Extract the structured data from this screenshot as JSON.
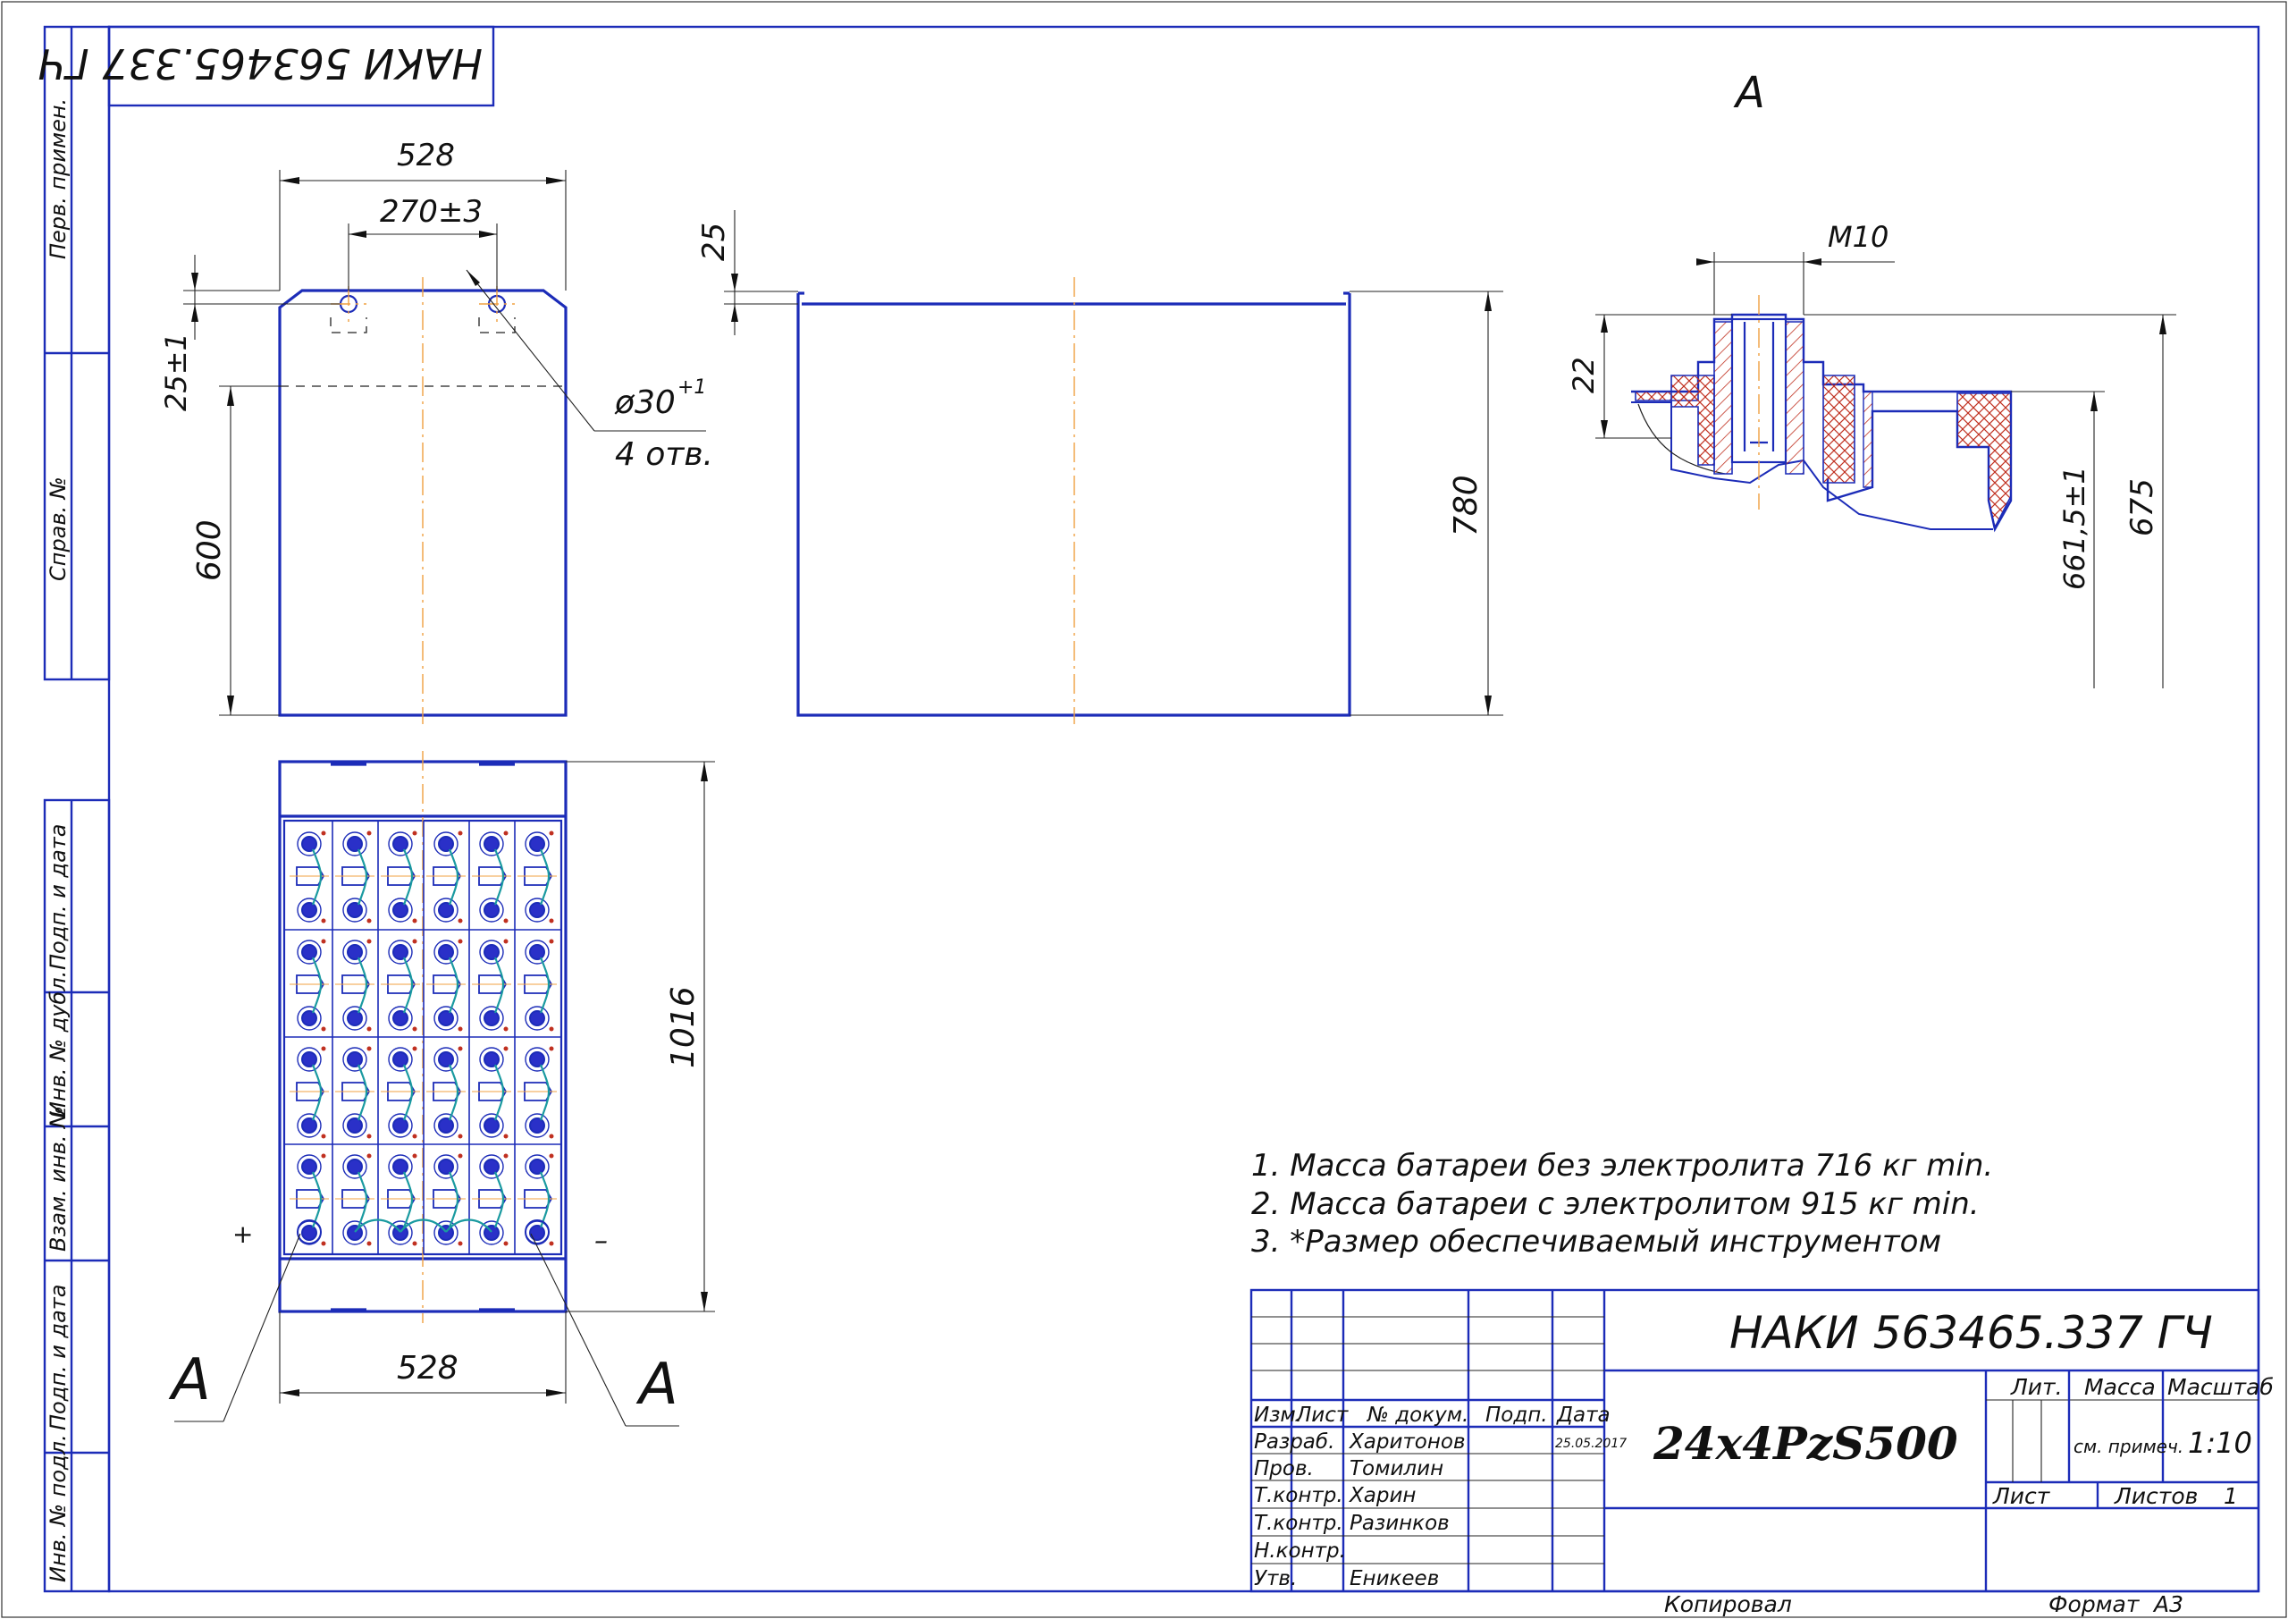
{
  "document_code": "НАКИ 563465.337 ГЧ",
  "document_code_rotated": "НАКИ 563465.337 ГЧ",
  "view_label_top": "А",
  "side_labels": [
    "Перв. примен.",
    "Справ. №",
    "Подп. и дата",
    "Инв. № дубл.",
    "Взам. инв. №",
    "Подп. и дата",
    "Инв. № подл."
  ],
  "dims": {
    "front_width": "528",
    "hole_spacing": "270±3",
    "top_offset": "25±1",
    "hole_depth_total": "600",
    "hole_dia": "ø30",
    "hole_dia_tol": "+1",
    "hole_count": "4 отв.",
    "side_top": "25",
    "side_height": "780",
    "plan_length": "1016",
    "plan_width": "528",
    "thread": "M10",
    "detail_height": "22",
    "detail_661": "661,5±1",
    "detail_675": "675"
  },
  "section_markers": [
    "А",
    "А"
  ],
  "polarity": {
    "plus": "+",
    "minus": "–"
  },
  "notes": [
    "1. Масса батареи без электролита 716 кг min.",
    "2. Масса батареи с электролитом 915 кг min.",
    "3.  *Размер обеспечиваемый инструментом"
  ],
  "title_block": {
    "code": "НАКИ 563465.337 ГЧ",
    "product": "24x4PzS500",
    "lit_label": "Лит.",
    "mass_label": "Масса",
    "scale_label": "Масштаб",
    "mass_value": "см. примеч.",
    "scale_value": "1:10",
    "sheet_label": "Лист",
    "sheets_label": "Листов",
    "sheets_value": "1",
    "header": [
      "Изм.",
      "Лист",
      "№ докум.",
      "Подп.",
      "Дата"
    ],
    "date": "25.05.2017",
    "rows": [
      {
        "role": "Разраб.",
        "name": "Харитонов"
      },
      {
        "role": "Пров.",
        "name": "Томилин"
      },
      {
        "role": "Т.контр.",
        "name": "Харин"
      },
      {
        "role": "Т.контр.",
        "name": "Разинков"
      },
      {
        "role": "Н.контр.",
        "name": ""
      },
      {
        "role": "Утв.",
        "name": "Еникеев"
      }
    ],
    "copied": "Копировал",
    "format_label": "Формат",
    "format_value": "А3"
  },
  "colors": {
    "outline": "#1c2cb8",
    "axis": "#f0a040",
    "connector": "#1a9aa0"
  }
}
